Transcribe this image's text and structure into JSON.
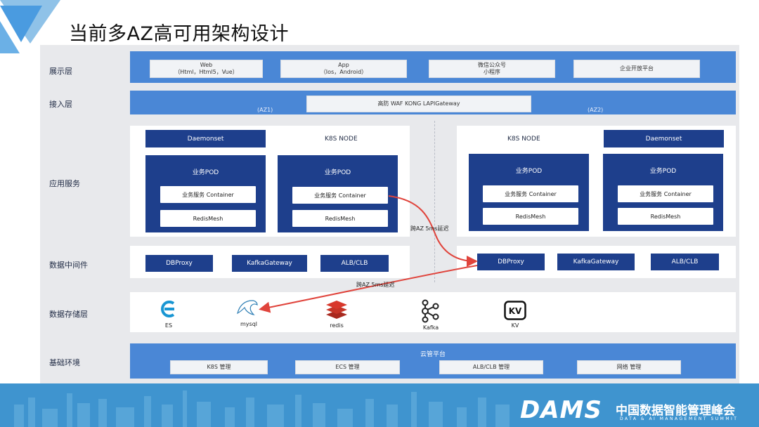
{
  "title": "当前多AZ高可用架构设计",
  "rows": {
    "presentation": "展示层",
    "access": "接入层",
    "app_service": "应用服务",
    "middleware": "数据中间件",
    "storage": "数据存储层",
    "infra": "基础环境"
  },
  "presentation_items": [
    {
      "line1": "Web",
      "line2": "（Html，Html5，Vue）"
    },
    {
      "line1": "App",
      "line2": "（Ios，Android）"
    },
    {
      "line1": "微信公众号",
      "line2": "小程序"
    },
    {
      "line1": "企业开放平台",
      "line2": ""
    }
  ],
  "access": {
    "gateway": "高防 WAF KONG LAPIGateway",
    "az1": "(AZ1)",
    "az2": "(AZ2)"
  },
  "az1": {
    "daemonset": "Daemonset",
    "node": "K8S NODE",
    "pods": [
      {
        "title": "业务POD",
        "container": "业务服务 Container",
        "mesh": "RedisMesh"
      },
      {
        "title": "业务POD",
        "container": "业务服务 Container",
        "mesh": "RedisMesh"
      }
    ],
    "middleware": [
      "DBProxy",
      "KafkaGateway",
      "ALB/CLB"
    ]
  },
  "az2": {
    "node": "K8S NODE",
    "daemonset": "Daemonset",
    "pods": [
      {
        "title": "业务POD",
        "container": "业务服务 Container",
        "mesh": "RedisMesh"
      },
      {
        "title": "业务POD",
        "container": "业务服务 Container",
        "mesh": "RedisMesh"
      }
    ],
    "middleware": [
      "DBProxy",
      "KafkaGateway",
      "ALB/CLB"
    ]
  },
  "latency1": "跨AZ 5ms延迟",
  "latency2": "跨AZ 5ms延迟",
  "storage": [
    {
      "label": "ES",
      "icon": "es-icon"
    },
    {
      "label": "mysql",
      "icon": "mysql-dolphin-icon"
    },
    {
      "label": "redis",
      "icon": "redis-icon"
    },
    {
      "label": "Kafka",
      "icon": "kafka-icon"
    },
    {
      "label": "KV",
      "icon": "kv-icon"
    }
  ],
  "infra": {
    "cloud": "云管平台",
    "items": [
      "K8S 管理",
      "ECS 管理",
      "ALB/CLB 管理",
      "网络 管理"
    ]
  },
  "footer": {
    "brand": "DAMS",
    "brand_cn": "中国数据智能管理峰会",
    "subtitle": "DATA & AI MANAGEMENT SUMMIT"
  },
  "colors": {
    "band": "#4a87d6",
    "navy": "#1e3f8c",
    "arrow": "#e0443c",
    "footer": "#3f94cf"
  }
}
